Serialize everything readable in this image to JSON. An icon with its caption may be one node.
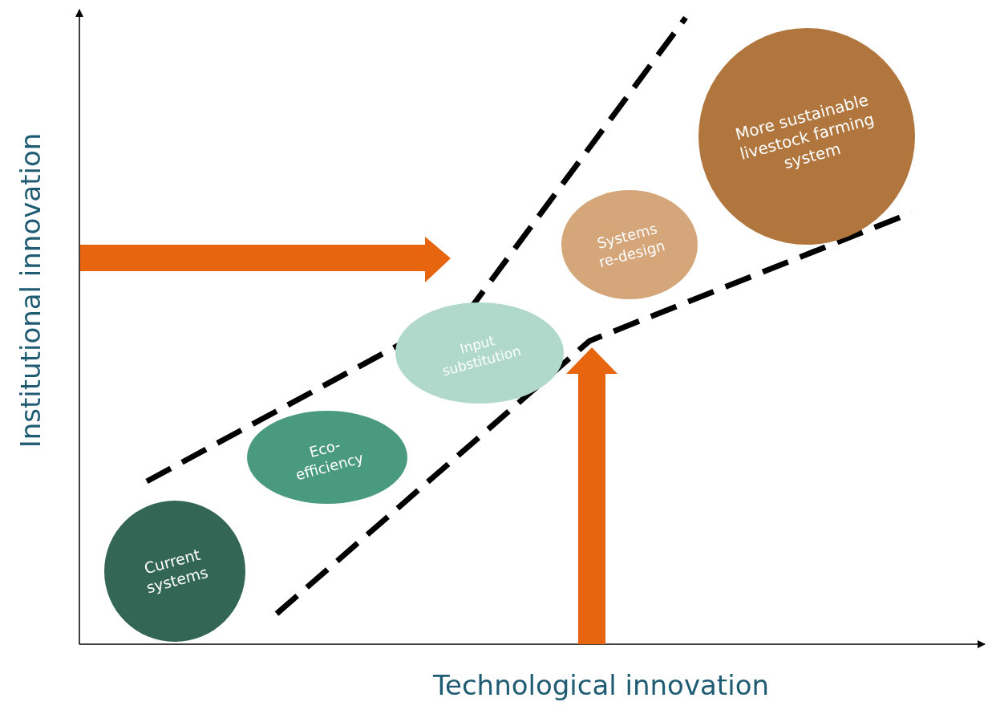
{
  "diagram": {
    "nodes": [
      {
        "text": [
          "Current systems"
        ]
      },
      {
        "text": [
          "Eco-efficiency"
        ]
      },
      {
        "text": [
          "Input substitution"
        ]
      },
      {
        "text": [
          "Systems re-design"
        ]
      },
      {
        "text": [
          "More sustainable livestock farming system"
        ]
      }
    ],
    "edges": [],
    "labels": [
      "Institutional innovation",
      "Technological innovation"
    ]
  }
}
